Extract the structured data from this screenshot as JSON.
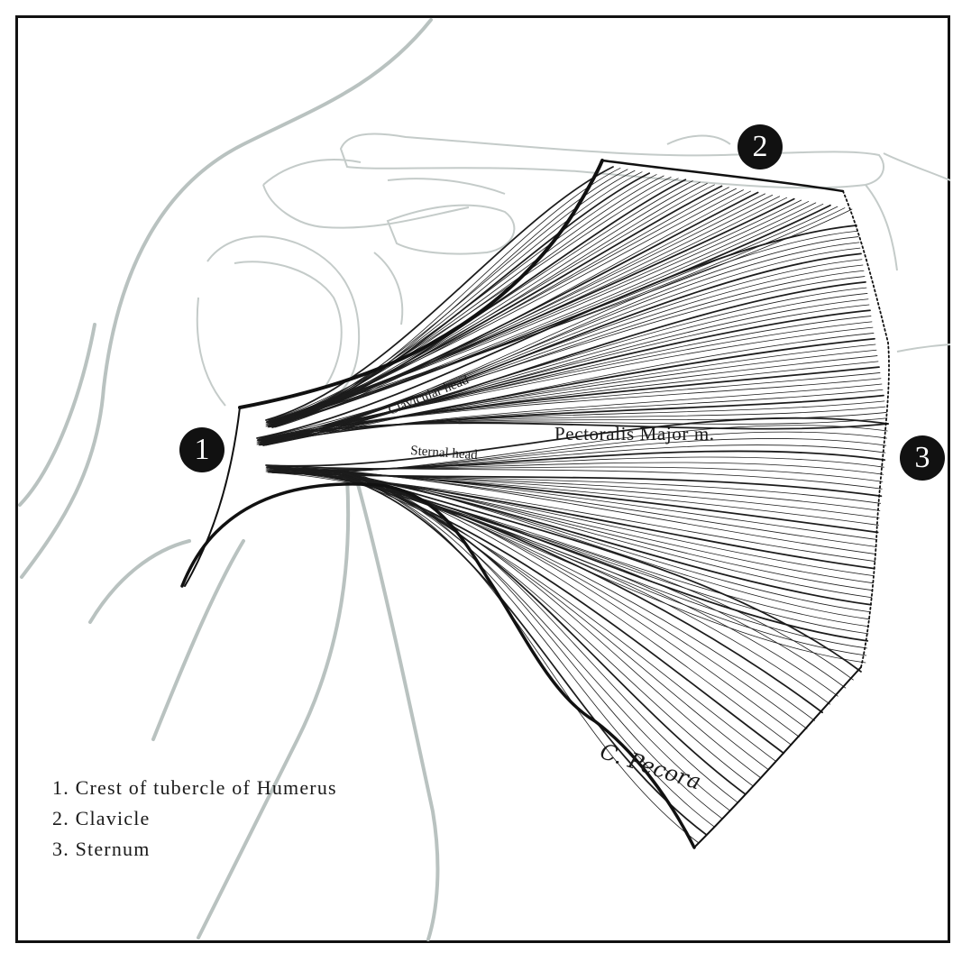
{
  "markers": {
    "m1": "1",
    "m2": "2",
    "m3": "3"
  },
  "labels": {
    "clavicular_head": "Clavicular head",
    "sternal_head": "Sternal head",
    "muscle": "Pectoralis Major m."
  },
  "legend": {
    "items": [
      "1. Crest of tubercle of Humerus",
      "2. Clavicle",
      "3. Sternum"
    ]
  },
  "signature": "C. Pecora",
  "colors": {
    "outline": "#111111",
    "bone": "#b9c2c0",
    "fiber": "#1c1c1c"
  }
}
